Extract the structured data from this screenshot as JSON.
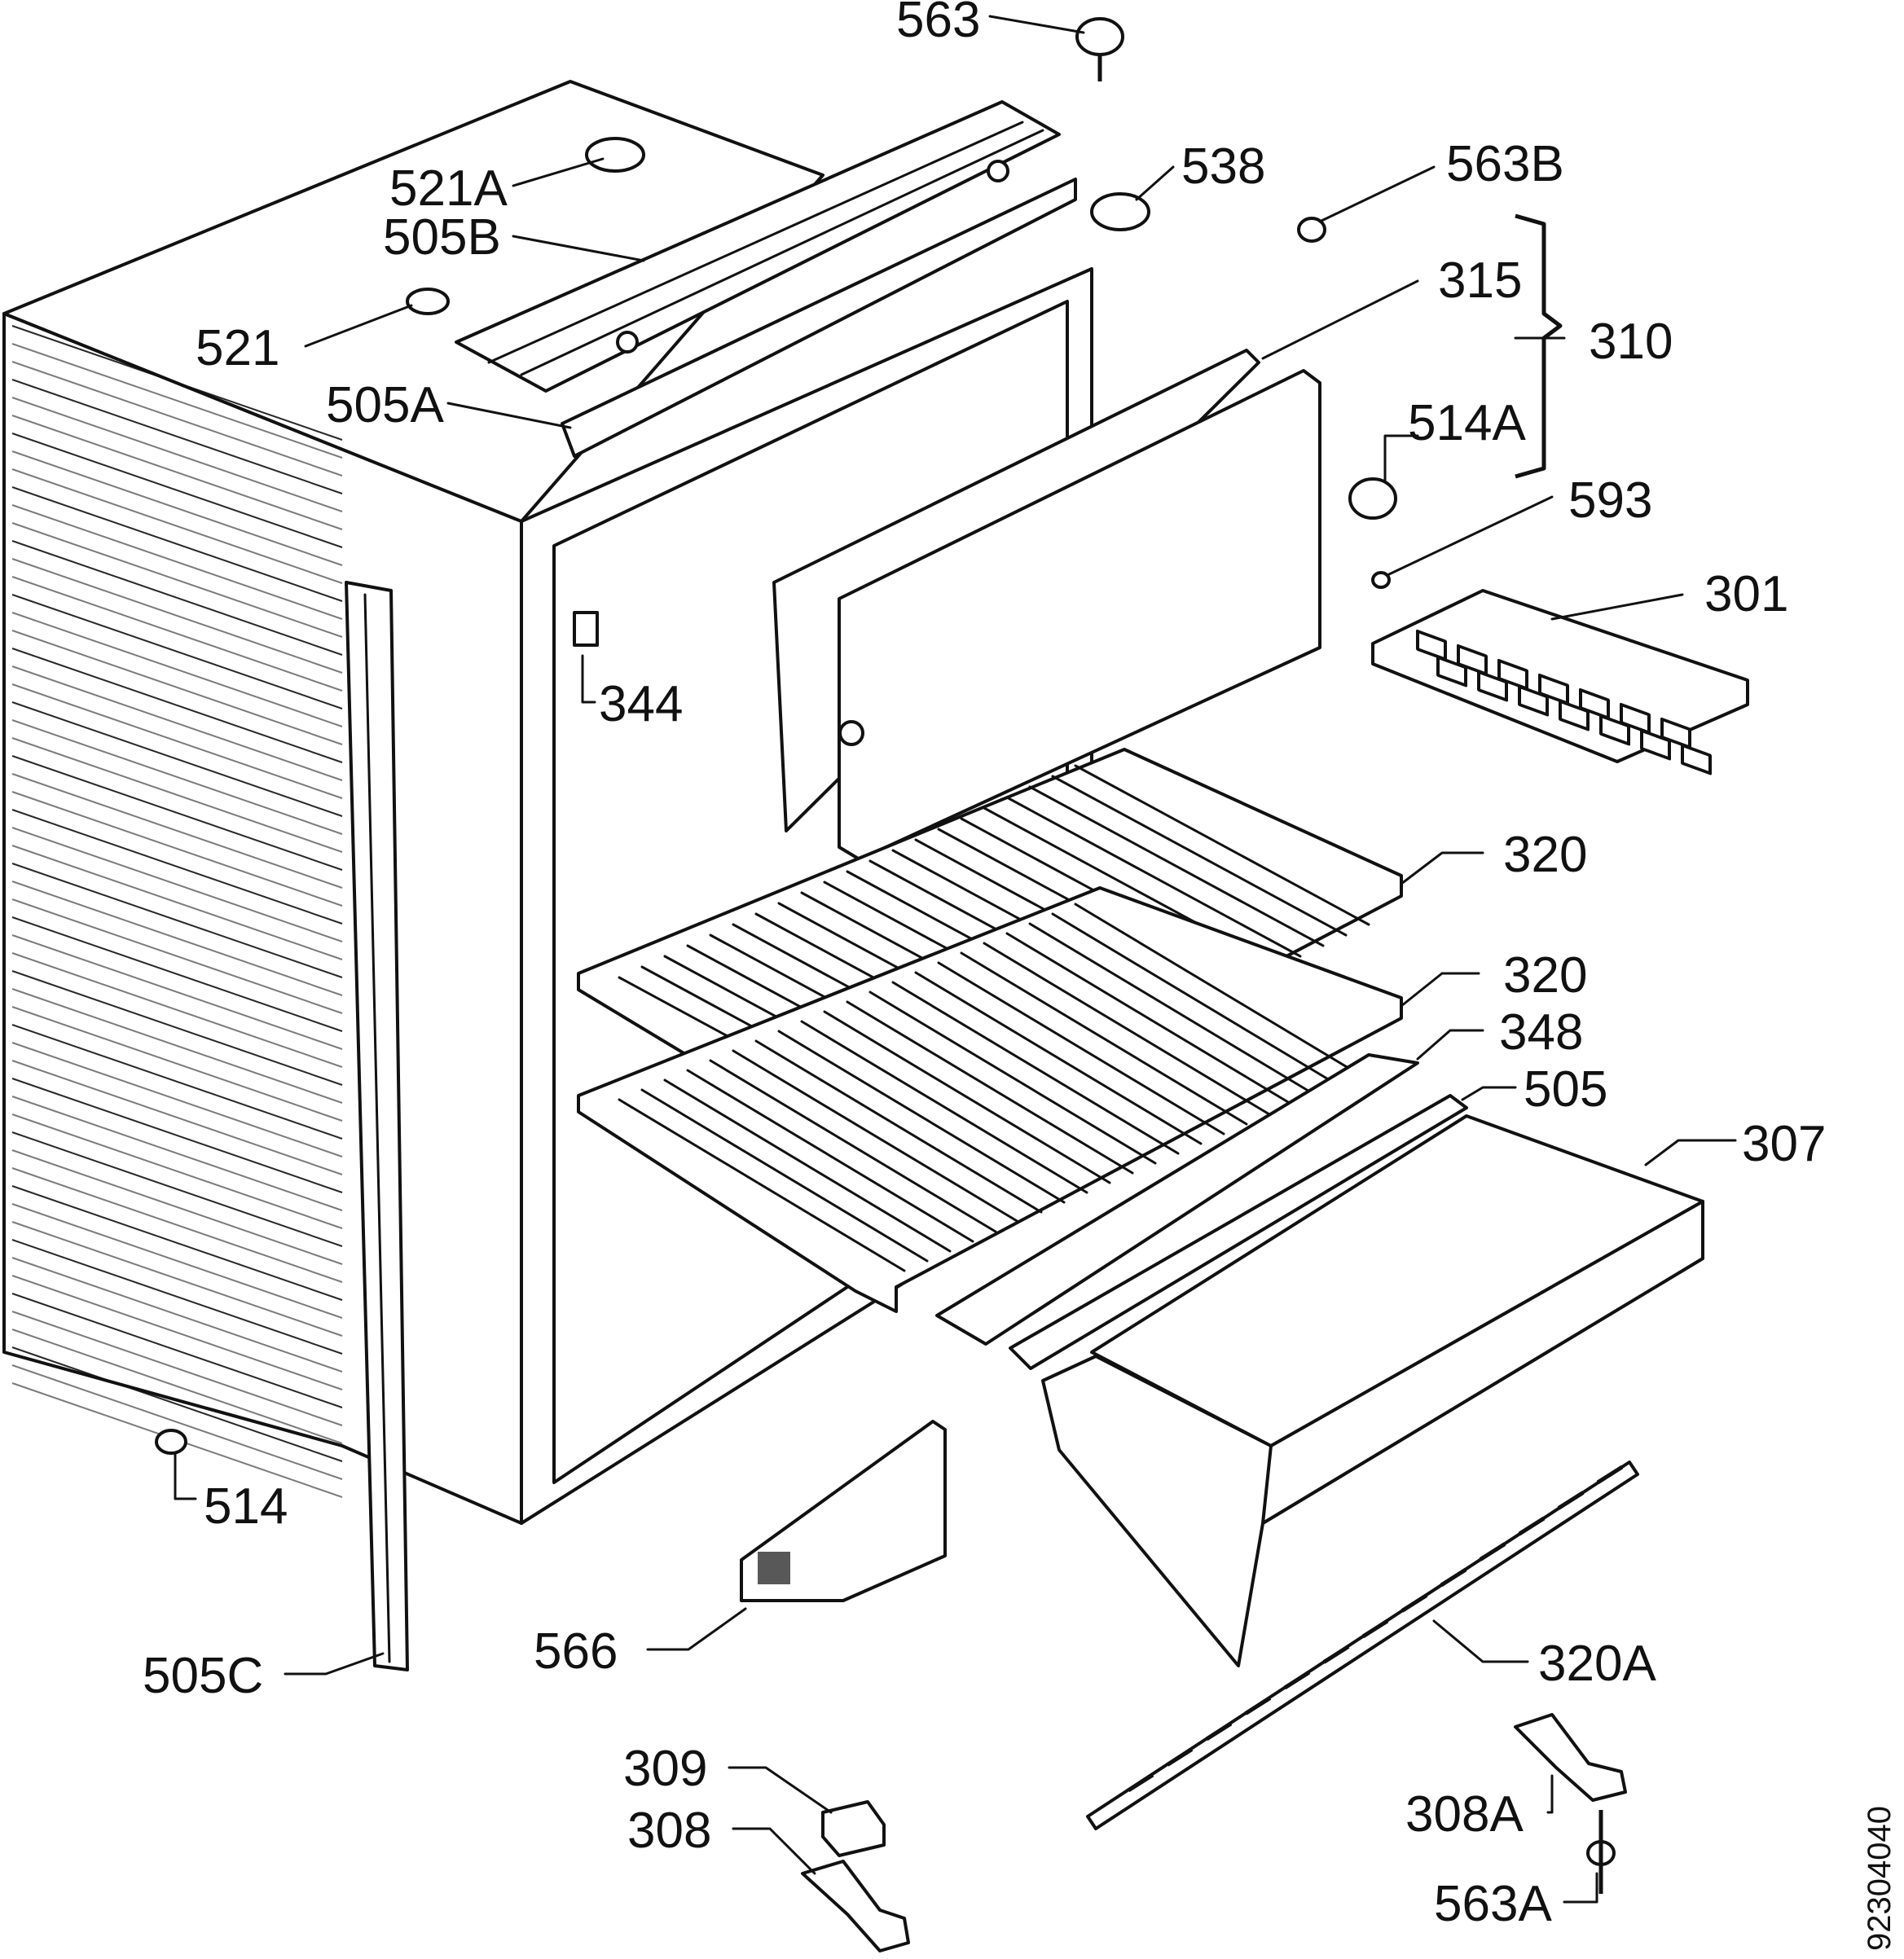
{
  "diagram": {
    "document_number": "92304040",
    "line_color": "#111111",
    "background": "#ffffff",
    "callouts": {
      "p563": "563",
      "p521A": "521A",
      "p505B": "505B",
      "p538": "538",
      "p563B": "563B",
      "p521": "521",
      "p315": "315",
      "p310": "310",
      "p505A": "505A",
      "p514A": "514A",
      "p593": "593",
      "p301": "301",
      "p344": "344",
      "p320_top": "320",
      "p320_mid": "320",
      "p348": "348",
      "p505": "505",
      "p307": "307",
      "p514": "514",
      "p566": "566",
      "p505C": "505C",
      "p320A": "320A",
      "p309": "309",
      "p308A": "308A",
      "p308": "308",
      "p563A": "563A"
    }
  }
}
